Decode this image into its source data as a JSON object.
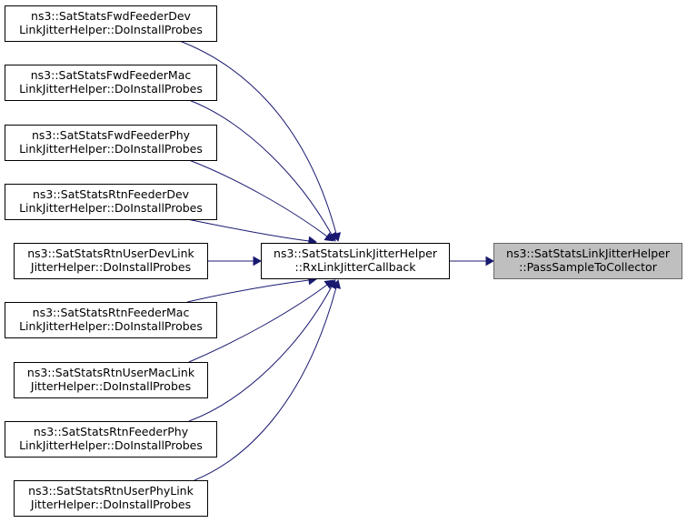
{
  "colors": {
    "edge": "#191970",
    "node_border": "#000000",
    "highlight_fill": "#bfbfbf",
    "highlight_border": "#666666"
  },
  "graph": {
    "nodes": [
      {
        "id": "fwd-feeder-dev",
        "lines": [
          "ns3::SatStatsFwdFeederDev",
          "LinkJitterHelper::DoInstallProbes"
        ]
      },
      {
        "id": "fwd-feeder-mac",
        "lines": [
          "ns3::SatStatsFwdFeederMac",
          "LinkJitterHelper::DoInstallProbes"
        ]
      },
      {
        "id": "fwd-feeder-phy",
        "lines": [
          "ns3::SatStatsFwdFeederPhy",
          "LinkJitterHelper::DoInstallProbes"
        ]
      },
      {
        "id": "rtn-feeder-dev",
        "lines": [
          "ns3::SatStatsRtnFeederDev",
          "LinkJitterHelper::DoInstallProbes"
        ]
      },
      {
        "id": "rtn-user-dev-link",
        "lines": [
          "ns3::SatStatsRtnUserDevLink",
          "JitterHelper::DoInstallProbes"
        ]
      },
      {
        "id": "rtn-feeder-mac",
        "lines": [
          "ns3::SatStatsRtnFeederMac",
          "LinkJitterHelper::DoInstallProbes"
        ]
      },
      {
        "id": "rtn-user-mac-link",
        "lines": [
          "ns3::SatStatsRtnUserMacLink",
          "JitterHelper::DoInstallProbes"
        ]
      },
      {
        "id": "rtn-feeder-phy",
        "lines": [
          "ns3::SatStatsRtnFeederPhy",
          "LinkJitterHelper::DoInstallProbes"
        ]
      },
      {
        "id": "rtn-user-phy-link",
        "lines": [
          "ns3::SatStatsRtnUserPhyLink",
          "JitterHelper::DoInstallProbes"
        ]
      },
      {
        "id": "rx-link-jitter-callback",
        "lines": [
          "ns3::SatStatsLinkJitterHelper",
          "::RxLinkJitterCallback"
        ]
      },
      {
        "id": "pass-sample-to-collector",
        "lines": [
          "ns3::SatStatsLinkJitterHelper",
          "::PassSampleToCollector"
        ],
        "highlight": true
      }
    ],
    "edges": [
      {
        "from": "fwd-feeder-dev",
        "to": "rx-link-jitter-callback"
      },
      {
        "from": "fwd-feeder-mac",
        "to": "rx-link-jitter-callback"
      },
      {
        "from": "fwd-feeder-phy",
        "to": "rx-link-jitter-callback"
      },
      {
        "from": "rtn-feeder-dev",
        "to": "rx-link-jitter-callback"
      },
      {
        "from": "rtn-user-dev-link",
        "to": "rx-link-jitter-callback"
      },
      {
        "from": "rtn-feeder-mac",
        "to": "rx-link-jitter-callback"
      },
      {
        "from": "rtn-user-mac-link",
        "to": "rx-link-jitter-callback"
      },
      {
        "from": "rtn-feeder-phy",
        "to": "rx-link-jitter-callback"
      },
      {
        "from": "rtn-user-phy-link",
        "to": "rx-link-jitter-callback"
      },
      {
        "from": "rx-link-jitter-callback",
        "to": "pass-sample-to-collector"
      }
    ]
  }
}
